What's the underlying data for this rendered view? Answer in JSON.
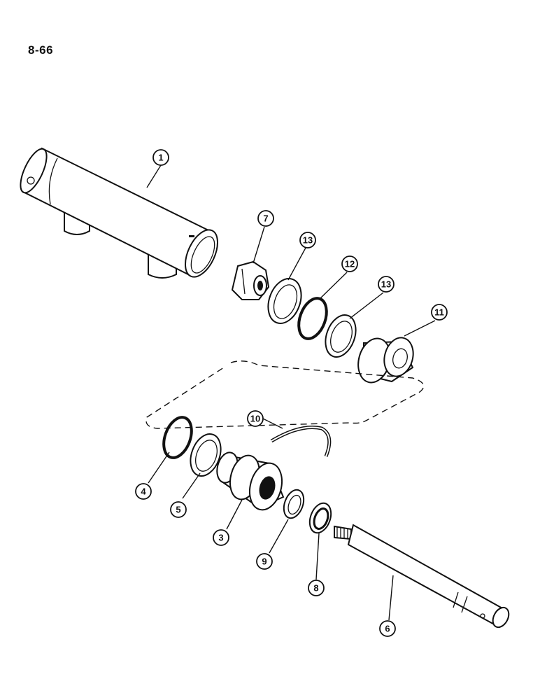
{
  "page": {
    "number": "8-66"
  },
  "callouts": [
    {
      "id": "part-1",
      "label": "1"
    },
    {
      "id": "part-7",
      "label": "7"
    },
    {
      "id": "part-13a",
      "label": "13"
    },
    {
      "id": "part-12",
      "label": "12"
    },
    {
      "id": "part-13b",
      "label": "13"
    },
    {
      "id": "part-11",
      "label": "11"
    },
    {
      "id": "part-10",
      "label": "10"
    },
    {
      "id": "part-4",
      "label": "4"
    },
    {
      "id": "part-5",
      "label": "5"
    },
    {
      "id": "part-3",
      "label": "3"
    },
    {
      "id": "part-9",
      "label": "9"
    },
    {
      "id": "part-8",
      "label": "8"
    },
    {
      "id": "part-6",
      "label": "6"
    }
  ]
}
